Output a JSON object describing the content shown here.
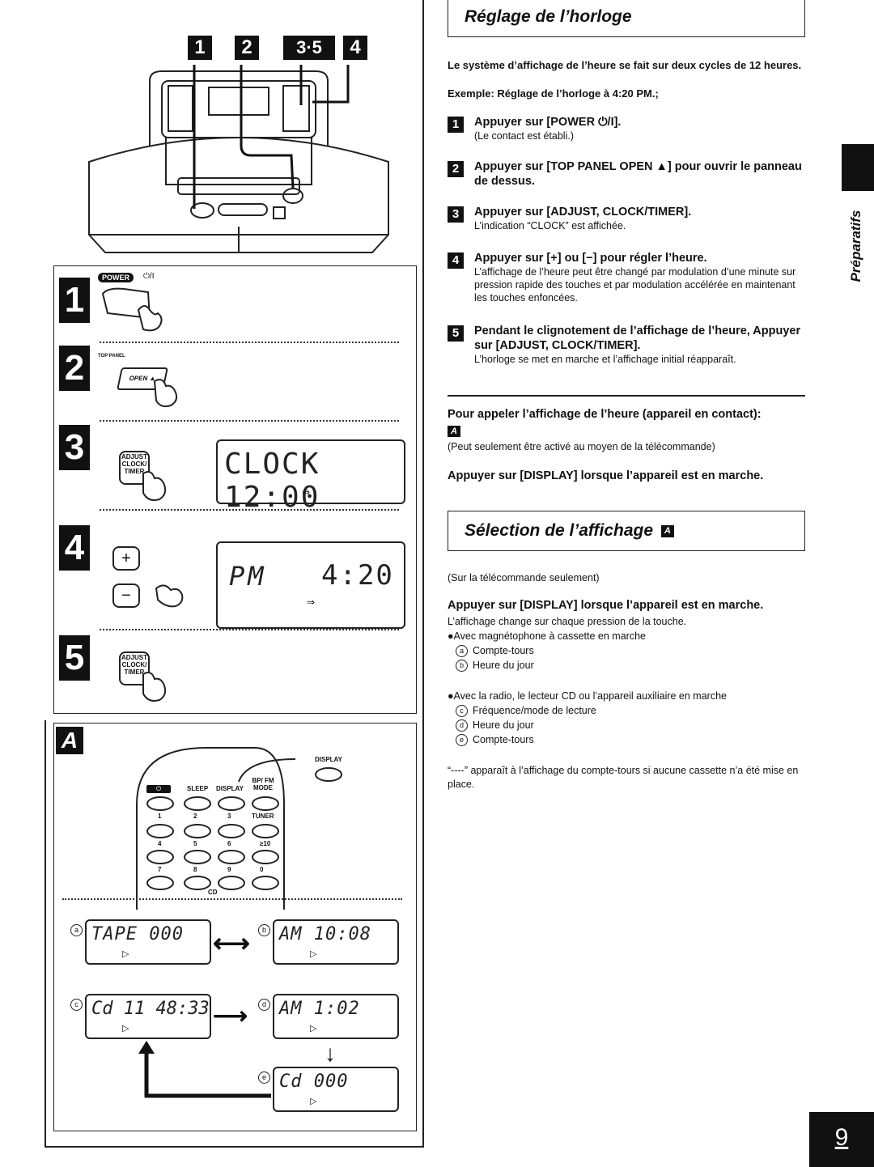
{
  "left": {
    "top_badges": [
      "1",
      "2",
      "3·5",
      "4"
    ],
    "steps": [
      {
        "num": "1",
        "label": "POWER",
        "symbol": "⏻/I"
      },
      {
        "num": "2",
        "label": "TOP PANEL",
        "button": "OPEN ▲"
      },
      {
        "num": "3",
        "button": "ADJUST CLOCK/ TIMER",
        "lcd": "CLOCK 12:00"
      },
      {
        "num": "4",
        "plus": "+",
        "minus": "−",
        "lcd_left": "PM",
        "lcd_right": "4:20"
      },
      {
        "num": "5",
        "button": "ADJUST CLOCK/ TIMER"
      }
    ],
    "remote": {
      "badge": "A",
      "display_label": "DISPLAY",
      "row1": [
        "⏻",
        "SLEEP",
        "DISPLAY",
        "BP/ FM MODE"
      ],
      "row2": [
        "1",
        "2",
        "3",
        "TUNER"
      ],
      "row3": [
        "4",
        "5",
        "6",
        "≥10"
      ],
      "row4": [
        "7",
        "8",
        "9",
        "0"
      ],
      "cd_label": "CD"
    },
    "displays": {
      "a": {
        "marker": "a",
        "text": "TAPE 000"
      },
      "b": {
        "marker": "b",
        "text": "AM  10:08"
      },
      "c": {
        "marker": "c",
        "text": "Cd 11 48:33"
      },
      "d": {
        "marker": "d",
        "text": "AM  1:02"
      },
      "e": {
        "marker": "e",
        "text": "Cd   000"
      }
    }
  },
  "right": {
    "title1": "Réglage de l’horloge",
    "intro": "Le système d’affichage de l’heure se fait sur deux cycles de 12 heures.",
    "example": "Exemple: Réglage de l’horloge à 4:20 PM.;",
    "steps": [
      {
        "num": "1",
        "title": "Appuyer sur [POWER ⏻/I].",
        "desc": "(Le contact est établi.)"
      },
      {
        "num": "2",
        "title": "Appuyer sur [TOP PANEL OPEN ▲] pour ouvrir le panneau de dessus.",
        "desc": ""
      },
      {
        "num": "3",
        "title": "Appuyer sur [ADJUST, CLOCK/TIMER].",
        "desc": "L’indication “CLOCK” est affichée."
      },
      {
        "num": "4",
        "title": "Appuyer sur [+] ou [−] pour régler l’heure.",
        "desc": "L’affichage de l’heure peut être changé par modulation d’une minute sur pression rapide des touches et par modulation accélérée en maintenant les touches enfoncées."
      },
      {
        "num": "5",
        "title": "Pendant le clignotement de l’affichage de l’heure, Appuyer sur [ADJUST, CLOCK/TIMER].",
        "desc": "L’horloge se met en marche et l’affichage initial réapparaît."
      }
    ],
    "call_title": "Pour appeler l’affichage de l’heure (appareil en contact):",
    "call_badge": "A",
    "call_note": "(Peut seulement être activé au moyen de la télécommande)",
    "call_instr": "Appuyer sur [DISPLAY] lorsque l’appareil est en marche.",
    "title2": "Sélection de l’affichage",
    "title2_badge": "A",
    "remote_only": "(Sur la télécommande seulement)",
    "sel_instr": "Appuyer sur [DISPLAY] lorsque l’appareil est en marche.",
    "sel_desc": "L’affichage change sur chaque pression de la touche.",
    "tape_header": "●Avec magnétophone à cassette en marche",
    "tape_items": [
      {
        "m": "a",
        "t": "Compte-tours"
      },
      {
        "m": "b",
        "t": "Heure du jour"
      }
    ],
    "radio_header": "●Avec la radio, le lecteur CD ou l’appareil auxiliaire en marche",
    "radio_items": [
      {
        "m": "c",
        "t": "Fréquence/mode de lecture"
      },
      {
        "m": "d",
        "t": "Heure du jour"
      },
      {
        "m": "e",
        "t": "Compte-tours"
      }
    ],
    "note": "“----” apparaît à l’affichage du compte-tours si aucune cassette n’a été mise en place."
  },
  "side_tab": "Préparatifs",
  "page_number": "9"
}
